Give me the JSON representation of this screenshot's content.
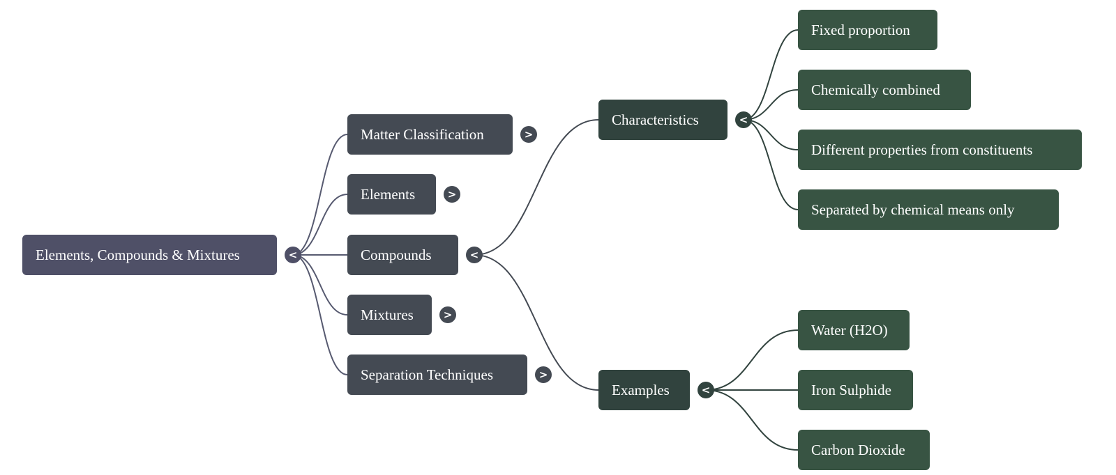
{
  "colors": {
    "root": "#4f5067",
    "level1": "#444a53",
    "level2": "#31433e",
    "level3": "#385443",
    "link_root": "#575a70",
    "link_level1": "#444a53",
    "link_level2": "#31433e"
  },
  "mindmap": {
    "root": {
      "label": "Elements, Compounds & Mixtures",
      "toggle": "<",
      "expanded": true
    },
    "level1": [
      {
        "label": "Matter Classification",
        "toggle": ">",
        "expanded": false
      },
      {
        "label": "Elements",
        "toggle": ">",
        "expanded": false
      },
      {
        "label": "Compounds",
        "toggle": "<",
        "expanded": true
      },
      {
        "label": "Mixtures",
        "toggle": ">",
        "expanded": false
      },
      {
        "label": "Separation Techniques",
        "toggle": ">",
        "expanded": false
      }
    ],
    "compounds_children": [
      {
        "label": "Characteristics",
        "toggle": "<",
        "expanded": true,
        "children": [
          "Fixed proportion",
          "Chemically combined",
          "Different properties from constituents",
          "Separated by chemical means only"
        ]
      },
      {
        "label": "Examples",
        "toggle": "<",
        "expanded": true,
        "children": [
          "Water (H2O)",
          "Iron Sulphide",
          "Carbon Dioxide"
        ]
      }
    ]
  }
}
